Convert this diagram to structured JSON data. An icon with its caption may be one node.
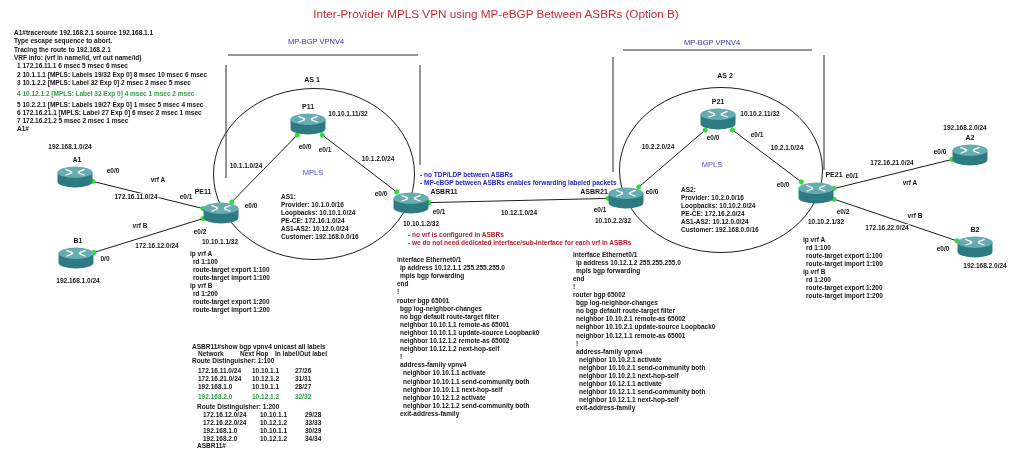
{
  "diagram": {
    "title": "Inter-Provider MPLS VPN using MP-eBGP Between ASBRs (Option B)",
    "nodes": [
      {
        "text": [
          "AS 1",
          "MPLS",
          "AS1:",
          "Provider: 10.1.0.0/16",
          "Loopbacks: 10.10.1.0/24",
          "PE-CE: 172.16.1.0/24",
          "AS1-AS2: 10.12.0.0/24",
          "Customer: 192.168.0.0/16"
        ]
      },
      {
        "text": [
          "P11"
        ],
        "in": 0,
        "beside": [
          "10.10.1.11/32",
          "e0/0",
          "e0/1"
        ]
      },
      {
        "text": [
          "A1"
        ],
        "beside": [
          "192.168.1.0/24",
          "e0/0"
        ]
      },
      {
        "text": [
          "B1"
        ],
        "beside": [
          "0/0",
          "192.168.1.0/24"
        ]
      },
      {
        "text": [
          "PE11"
        ],
        "beside": [
          "e0/1",
          "e0/0",
          "e0/2",
          "10.10.1.1/32"
        ]
      },
      {
        "text": [
          "ASBR11"
        ],
        "beside": [
          "e0/0",
          "e0/1",
          "10.10.1.2/32"
        ]
      },
      {
        "text": [
          "AS 2",
          "MPLS",
          "AS2:",
          "Provider: 10.2.0.0/16",
          "Loopbacks: 10.10.2.0/24",
          "PE-CE: 172.16.2.0/24",
          "AS1-AS2: 10.12.0.0/24",
          "Customer: 192.168.0.0/16"
        ]
      },
      {
        "text": [
          "P21"
        ],
        "in": 6,
        "beside": [
          "10.10.2.11/32",
          "e0/0",
          "e0/1"
        ]
      },
      {
        "text": [
          "ASBR21"
        ],
        "beside": [
          "e0/0",
          "e0/1",
          "10.10.2.2/32"
        ]
      },
      {
        "text": [
          "PE21"
        ],
        "beside": [
          "e0/1",
          "e0/0",
          "e0/2",
          "10.10.2.1/32"
        ]
      },
      {
        "text": [
          "A2"
        ],
        "beside": [
          "192.168.2.0/24",
          "e0/0"
        ]
      },
      {
        "text": [
          "B2"
        ],
        "beside": [
          "e0/0",
          "192.168.2.0/24"
        ]
      }
    ],
    "edges": [
      {
        "from": 2,
        "to": 4,
        "arrow": "other",
        "label": "172.16.11.0/24"
      },
      {
        "from": 3,
        "to": 4,
        "arrow": "other",
        "label": "172.16.12.0/24"
      },
      {
        "from": 4,
        "to": 1,
        "arrow": "other",
        "label": "10.1.1.0/24"
      },
      {
        "from": 1,
        "to": 5,
        "arrow": "other",
        "label": "10.1.2.0/24"
      },
      {
        "from": 5,
        "to": 8,
        "arrow": "other",
        "label": "10.12.1.0/24"
      },
      {
        "from": 8,
        "to": 7,
        "arrow": "other",
        "label": "10.2.2.0/24"
      },
      {
        "from": 7,
        "to": 9,
        "arrow": "other",
        "label": "10.2.1.0/24"
      },
      {
        "from": 9,
        "to": 10,
        "arrow": "other",
        "label": "172.16.21.0/24"
      },
      {
        "from": 9,
        "to": 11,
        "arrow": "other",
        "label": "172.16.22.0/24"
      }
    ],
    "labels": [
      "A1#traceroute 192.168.2.1 source 192.168.1.1",
      "Type escape sequence to abort.",
      "Tracing the route to 192.168.2.1",
      "VRF info: (vrf in name/id, vrf out name/id)",
      "1 172.16.11.1 6 msec 5 msec 6 msec",
      "2 10.1.1.1 [MPLS: Labels 19/32 Exp 0] 8 msec 10 msec 6 msec",
      "3 10.1.2.2 [MPLS: Label 32 Exp 0] 2 msec 2 msec 5 msec",
      "4 10.12.1.2 [MPLS: Label 32 Exp 0] 4 msec 1 msec 2 msec",
      "5 10.2.2.1 [MPLS: Labels 19/27 Exp 0] 1 msec 5 msec 4 msec",
      "6 172.16.21.1 [MPLS: Label 27 Exp 0] 6 msec 2 msec 1 msec",
      "7 172.16.21.2 5 msec 2 msec 1 msec",
      "A1#",
      "MP-BGP VPNV4",
      "MP-BGP VPNV4",
      "vrf A",
      "vrf B",
      "- no TDP/LDP between ASBRs",
      "- MP-eBGP between ASBRs enables forwarding labeled packets",
      "- no vrf is configured in ASBRs",
      "- we do not need dedicated interface/sub-interface for each vrf in ASBRs",
      "vrf A",
      "vrf B",
      "ip vrf A",
      "rd 1:100",
      "route-target export 1:100",
      "route-target import 1:100",
      "ip vrf B",
      "rd 1:200",
      "route-target export 1:200",
      "route-target import 1:200",
      "interface Ethernet0/1",
      "ip address 10.12.1.1 255.255.255.0",
      "mpls bgp forwarding",
      "end",
      "!",
      "router bgp 65001",
      "bgp log-neighbor-changes",
      "no bgp default route-target filter",
      "neighbor 10.10.1.1 remote-as 65001",
      "neighbor 10.10.1.1 update-source Loopback0",
      "neighbor 10.12.1.2 remote-as 65002",
      "neighbor 10.12.1.2 next-hop-self",
      "!",
      "address-family vpnv4",
      "neighbor 10.10.1.1 activate",
      "neighbor 10.10.1.1 send-community both",
      "neighbor 10.10.1.1 next-hop-self",
      "neighbor 10.12.1.2 activate",
      "neighbor 10.12.1.2 send-community both",
      "exit-address-family",
      "interface Ethernet0/1",
      "ip address 10.12.1.2 255.255.255.0",
      "mpls bgp forwarding",
      "end",
      "!",
      "router bgp 65002",
      "bgp log-neighbor-changes",
      "no bgp default route-target filter",
      "neighbor 10.10.2.1 remote-as 65002",
      "neighbor 10.10.2.1 update-source Loopback0",
      "neighbor 10.12.1.1 remote-as 65001",
      "!",
      "address-family vpnv4",
      "neighbor 10.10.2.1 activate",
      "neighbor 10.10.2.1 send-community both",
      "neighbor 10.10.2.1 next-hop-self",
      "neighbor 10.12.1.1 activate",
      "neighbor 10.12.1.1 send-community both",
      "neighbor 10.12.1.1 next-hop-self",
      "exit-address-family",
      "ip vrf A",
      "rd 1:100",
      "route-target export 1:100",
      "route-target import 1:100",
      "ip vrf B",
      "rd 1:200",
      "route-target export 1:200",
      "route-target import 1:200",
      "ASBR11#show bgp vpnv4 unicast all labels",
      "Network",
      "Next Hop",
      "In label/Out label",
      "Route Distinguisher: 1:100",
      "172.16.11.0/24",
      "10.10.1.1",
      "27/26",
      "172.16.21.0/24",
      "10.12.1.2",
      "31/31",
      "192.168.1.0",
      "10.10.1.1",
      "28/27",
      "192.168.2.0",
      "10.12.1.2",
      "32/32",
      "Route Distinguisher: 1:200",
      "172.16.12.0/24",
      "10.10.1.1",
      "29/28",
      "172.16.22.0/24",
      "10.12.1.2",
      "33/33",
      "192.168.1.0",
      "10.10.1.1",
      "30/29",
      "192.168.2.0",
      "10.12.1.2",
      "34/34",
      "ASBR11#"
    ]
  }
}
